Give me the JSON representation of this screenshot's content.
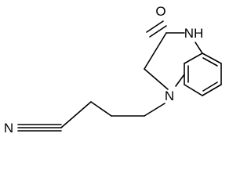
{
  "structure": {
    "atoms": {
      "O": "O",
      "NH": "NH",
      "N": "N",
      "N_nitrile": "N"
    },
    "colors": {
      "bond": "#000000",
      "background": "#ffffff"
    }
  }
}
